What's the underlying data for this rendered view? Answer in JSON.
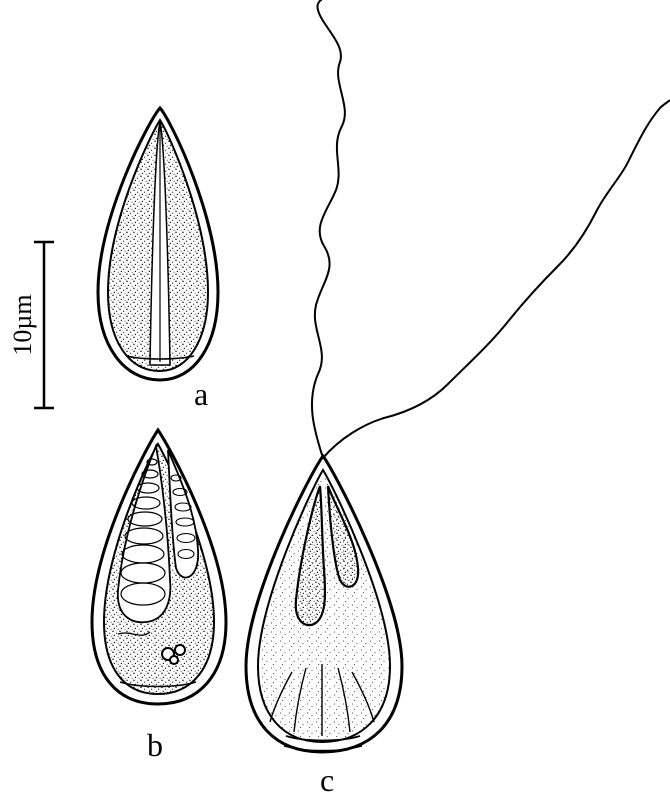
{
  "scale_bar": {
    "label": "10µm"
  },
  "labels": {
    "a": "a",
    "b": "b",
    "c": "c"
  },
  "colors": {
    "ink": "#000000",
    "paper": "#ffffff",
    "stipple": "#111111"
  }
}
